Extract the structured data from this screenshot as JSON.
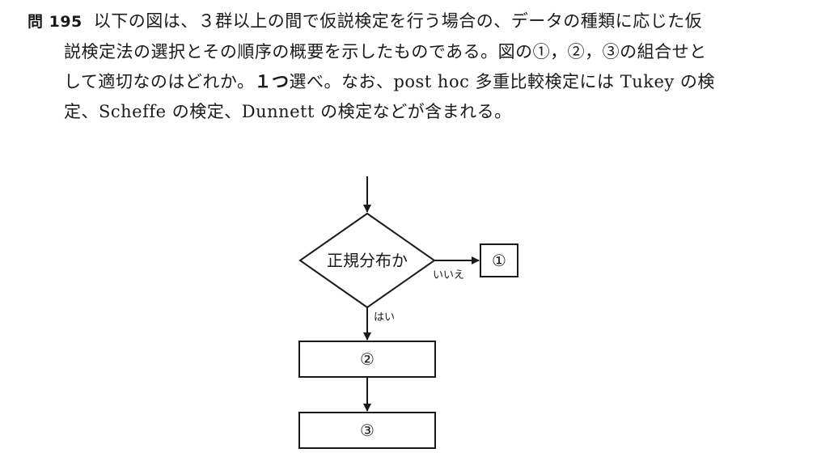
{
  "question": {
    "number": "問 195",
    "line1": "以下の図は、３群以上の間で仮説検定を行う場合の、データの種類に応じた仮",
    "line2": "説検定法の選択とその順序の概要を示したものである。図の①，②，③の組合せと",
    "line3_pre": "して適切なのはどれか。",
    "line3_emph": "１つ",
    "line3_post": "選べ。なお、post hoc 多重比較検定には Tukey の検",
    "line4": "定、Scheffe の検定、Dunnett の検定などが含まれる。"
  },
  "flowchart": {
    "decision": "正規分布か",
    "no_label": "いいえ",
    "yes_label": "はい",
    "box1": "①",
    "box2": "②",
    "box3": "③"
  }
}
